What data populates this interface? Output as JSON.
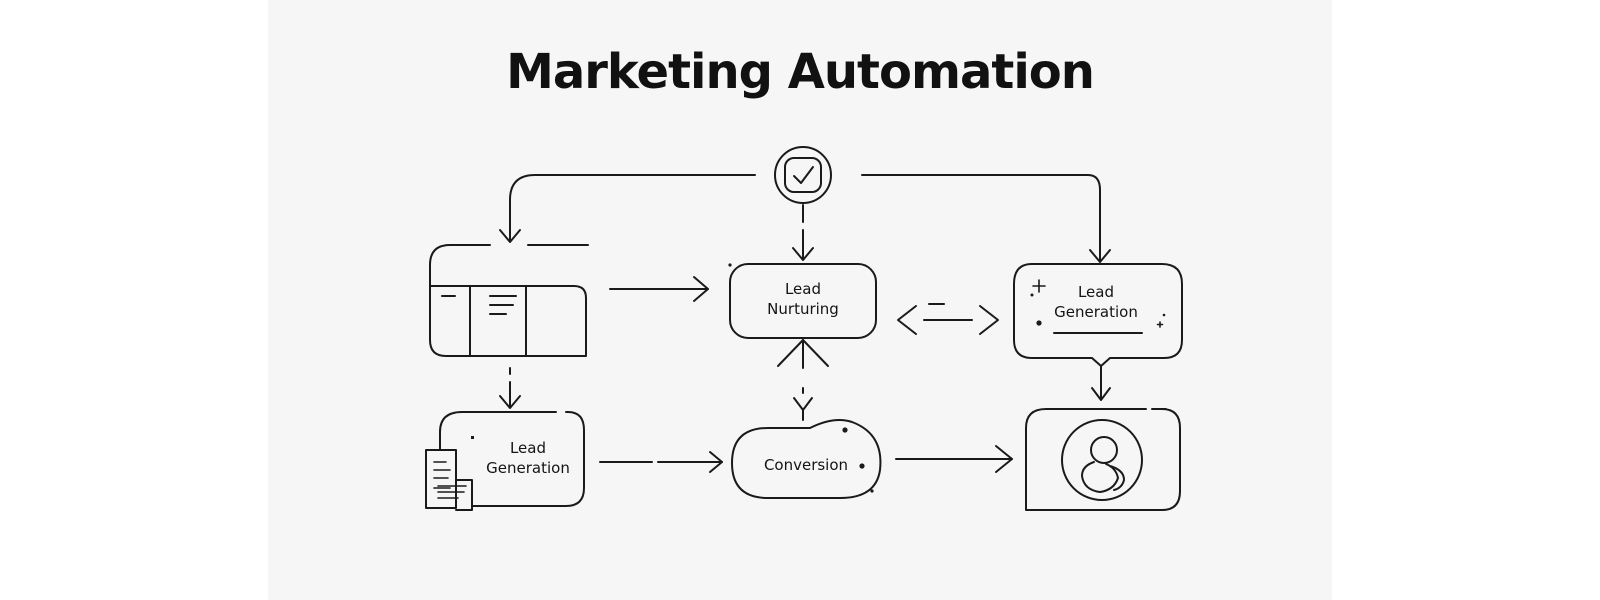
{
  "title": "Marketing Automation",
  "nodes": {
    "nurturing": {
      "line1": "Lead",
      "line2": "Nurturing"
    },
    "generation_right": {
      "line1": "Lead",
      "line2": "Generation"
    },
    "generation_left": {
      "line1": "Lead",
      "line2": "Generation"
    },
    "conversion": {
      "label": "Conversion"
    }
  },
  "icons": {
    "top": "check-badge-icon",
    "table": "table-icon",
    "document": "document-icon",
    "contact": "user-icon"
  },
  "colors": {
    "stroke": "#1a1a1a",
    "background": "#f6f6f6"
  }
}
